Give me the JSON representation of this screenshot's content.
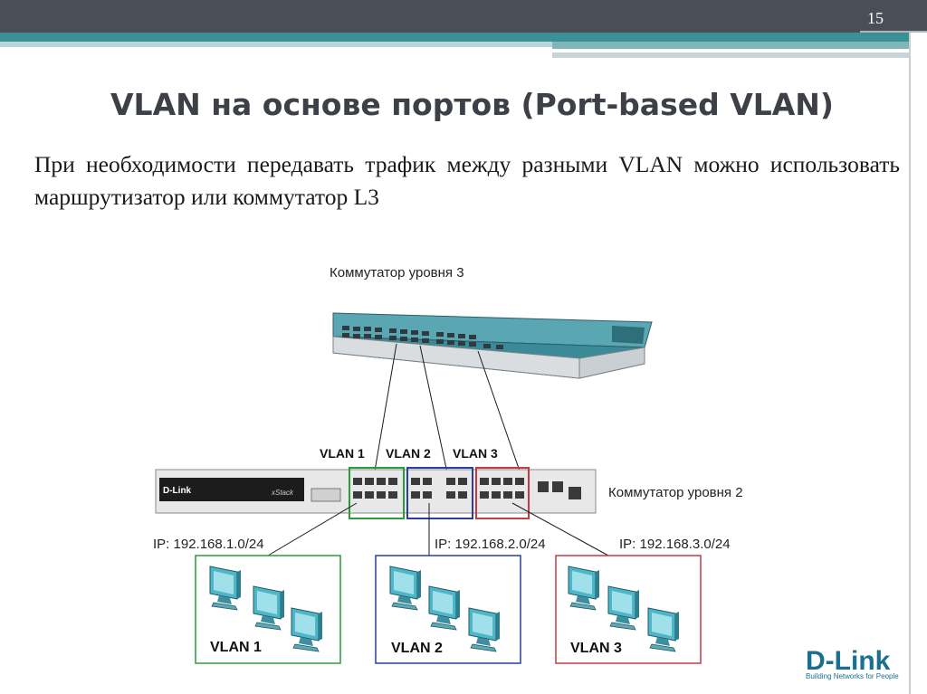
{
  "slide": {
    "number": "15",
    "title": "VLAN на основе портов (Port-based VLAN)",
    "body": "При необходимости передавать трафик между разными VLAN можно использовать маршрутизатор или коммутатор L3"
  },
  "diagram": {
    "l3_switch_label": "Коммутатор уровня 3",
    "l2_switch_label": "Коммутатор уровня 2",
    "l2_switch_brand": "D-Link",
    "l2_switch_xstack": "xStack",
    "vlans": [
      {
        "name": "VLAN 1",
        "ip": "IP: 192.168.1.0/24",
        "color": "#2e9a3c"
      },
      {
        "name": "VLAN 2",
        "ip": "IP: 192.168.2.0/24",
        "color": "#2a3f9e"
      },
      {
        "name": "VLAN 3",
        "ip": "IP: 192.168.3.0/24",
        "color": "#c33b45"
      }
    ]
  },
  "logo": {
    "brand": "D-Link",
    "tagline": "Building Networks for People",
    "color": "#1a6f8f"
  },
  "icons": [
    "pc-monitor-icon",
    "switch-port-icon"
  ]
}
